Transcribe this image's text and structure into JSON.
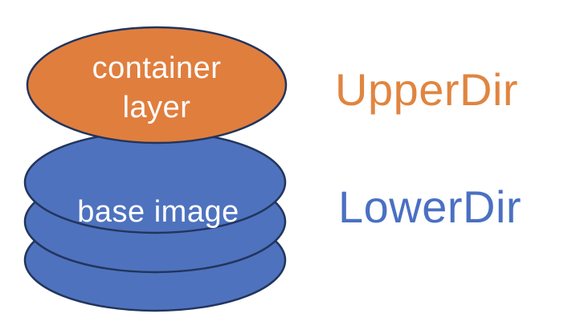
{
  "diagram": {
    "container_layer": {
      "line1": "container",
      "line2": "layer"
    },
    "base_image_label": "base image"
  },
  "labels": {
    "upper_dir": "UpperDir",
    "lower_dir": "LowerDir"
  },
  "colors": {
    "container_fill": "#E07E3E",
    "base_fill": "#4E72BE",
    "outline": "#22355C",
    "diagram_text": "#FFFFFF",
    "upper_dir_text": "#E08540",
    "lower_dir_text": "#4A70C2",
    "background": "#FFFFFF"
  }
}
